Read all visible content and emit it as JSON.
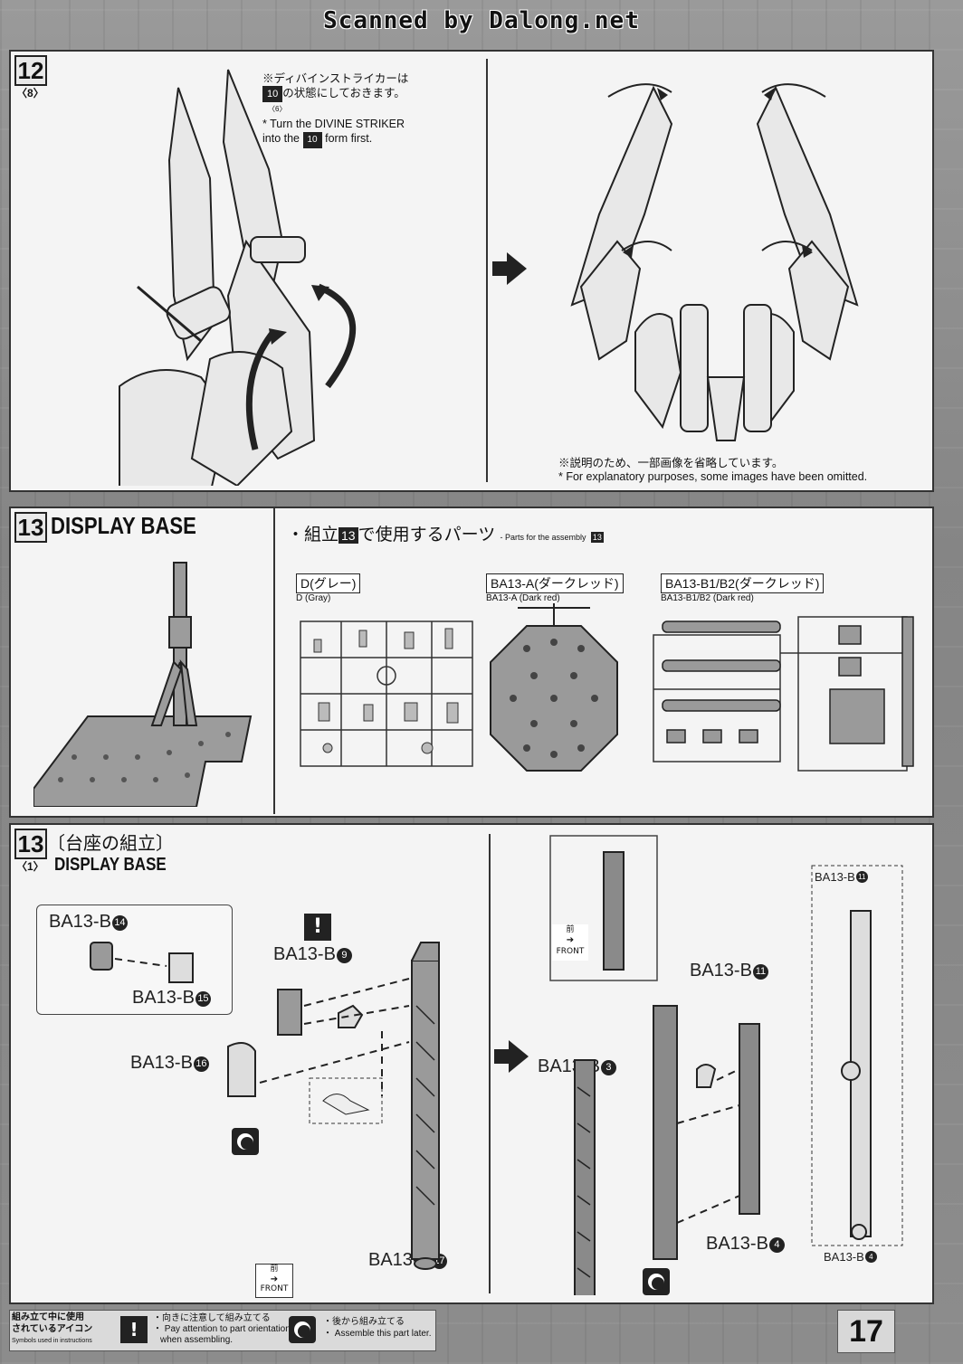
{
  "watermark": "Scanned by Dalong.net",
  "page_number": "17",
  "step12": {
    "number": "12",
    "sub": "〈8〉",
    "note_jp_1": "※ディバインストライカーは",
    "note_jp_2": "の状態にしておきます。",
    "note_ref": "10",
    "note_ref_sub": "〈6〉",
    "note_en_1": "* Turn the DIVINE STRIKER",
    "note_en_2a": "into the",
    "note_en_2b": "form first.",
    "omit_jp": "※説明のため、一部画像を省略しています。",
    "omit_en": "* For explanatory purposes, some images have been omitted."
  },
  "step13_parts": {
    "number": "13",
    "title": "DISPLAY BASE",
    "parts_heading_jp_a": "・組立",
    "parts_heading_jp_b": "で使用するパーツ",
    "parts_heading_en": "- Parts for the assembly",
    "runners": [
      {
        "name": "D(グレー)",
        "en": "D (Gray)"
      },
      {
        "name": "BA13-A(ダークレッド)",
        "en": "BA13-A (Dark red)"
      },
      {
        "name": "BA13-B1/B2(ダークレッド)",
        "en": "BA13-B1/B2 (Dark red)"
      }
    ]
  },
  "step13_assembly": {
    "number": "13",
    "sub": "〈1〉",
    "title_jp": "〔台座の組立〕",
    "title_en": "DISPLAY BASE",
    "labels": {
      "b14": {
        "prefix": "BA13-B",
        "num": "14"
      },
      "b15": {
        "prefix": "BA13-B",
        "num": "15"
      },
      "b9": {
        "prefix": "BA13-B",
        "num": "9"
      },
      "b16": {
        "prefix": "BA13-B",
        "num": "16"
      },
      "b17": {
        "prefix": "BA13-B",
        "num": "17"
      },
      "b11a": {
        "prefix": "BA13-B",
        "num": "11"
      },
      "b3": {
        "prefix": "BA13-B",
        "num": "3"
      },
      "b4a": {
        "prefix": "BA13-B",
        "num": "4"
      },
      "b11b": {
        "prefix": "BA13-B",
        "num": "11"
      },
      "b4b": {
        "prefix": "BA13-B",
        "num": "4"
      }
    },
    "front_jp": "前",
    "front_en": "FRONT"
  },
  "legend": {
    "title_jp_1": "組み立て中に使用",
    "title_jp_2": "されているアイコン",
    "title_en": "Symbols used in instructions",
    "item1_jp": "・向きに注意して組み立てる",
    "item1_en_1": "・ Pay attention to part orientation",
    "item1_en_2": "when assembling.",
    "item2_jp": "・後から組み立てる",
    "item2_en": "・ Assemble this part later."
  }
}
